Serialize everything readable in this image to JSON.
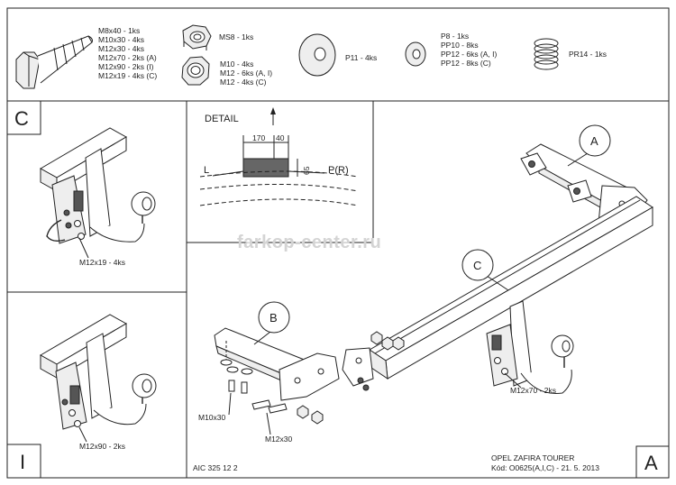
{
  "parts": {
    "bolts": [
      "M8x40 - 1ks",
      "M10x30 - 4ks",
      "M12x30 - 4ks",
      "M12x70 - 2ks (A)",
      "M12x90 - 2ks (I)",
      "M12x19 - 4ks (C)"
    ],
    "square_nut": "MS8 - 1ks",
    "nuts": [
      "M10 - 4ks",
      "M12 - 6ks (A, I)",
      "M12 - 4ks (C)"
    ],
    "washer": "P11 - 4ks",
    "small_washers": [
      "P8 - 1ks",
      "PP10 - 8ks",
      "PP12 - 6ks (A, I)",
      "PP12 - 8ks (C)"
    ],
    "spring_washer": "PR14 - 1ks"
  },
  "variant_c": {
    "letter": "C",
    "bolt_label": "M12x19 - 4ks"
  },
  "variant_i": {
    "letter": "I",
    "bolt_label": "M12x90 - 2ks"
  },
  "detail": {
    "title": "DETAIL",
    "dim_a": "170",
    "dim_b": "40",
    "dim_v": "65",
    "left": "L",
    "right": "P(R)"
  },
  "callouts": {
    "a": "A",
    "b": "B",
    "c": "C"
  },
  "labels": {
    "m12x70": "M12x70 - 2ks",
    "m10x30": "M10x30",
    "m12x30": "M12x30"
  },
  "watermark": "farkop-center.ru",
  "footer": {
    "code": "AIC 325 12 2",
    "model": "OPEL ZAFIRA TOURER",
    "kod": "Kód: O0625(A,I,C) - 21. 5. 2013",
    "variant": "A"
  }
}
